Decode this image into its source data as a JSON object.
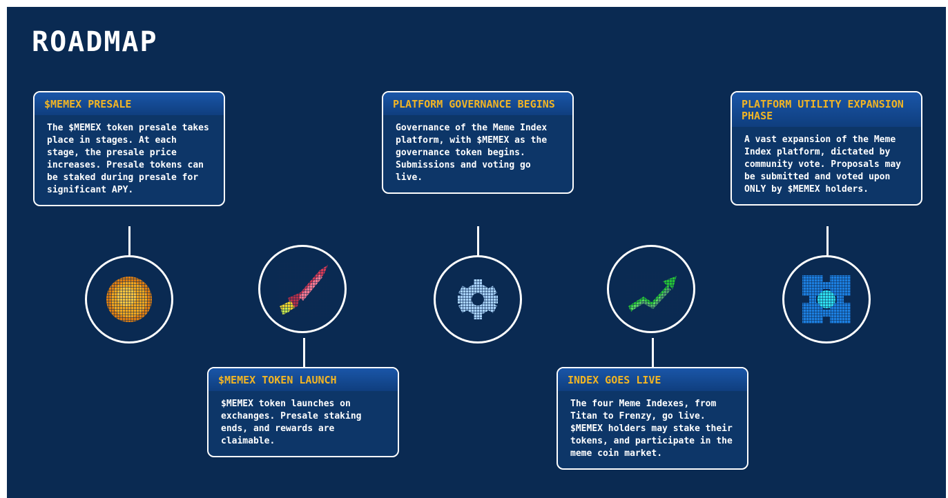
{
  "page": {
    "title": "ROADMAP"
  },
  "milestones": [
    {
      "heading": "$MEMEX PRESALE",
      "body": "The $MEMEX token presale takes place in stages. At each stage, the presale price increases. Presale tokens can be staked during presale for significant APY.",
      "icon": "coin-icon",
      "position": "top"
    },
    {
      "heading": "$MEMEX TOKEN LAUNCH",
      "body": "$MEMEX token launches on exchanges. Presale staking ends, and rewards are claimable.",
      "icon": "rocket-icon",
      "position": "bottom"
    },
    {
      "heading": "PLATFORM GOVERNANCE BEGINS",
      "body": "Governance of the Meme Index platform, with $MEMEX as the governance token begins. Submissions and voting go live.",
      "icon": "gear-icon",
      "position": "top"
    },
    {
      "heading": "INDEX GOES LIVE",
      "body": "The four Meme Indexes, from Titan to Frenzy, go live. $MEMEX holders may stake their tokens, and participate in the meme coin market.",
      "icon": "chart-up-arrow-icon",
      "position": "bottom"
    },
    {
      "heading": "PLATFORM UTILITY EXPANSION PHASE",
      "body": "A vast expansion of the Meme Index platform, dictated by community vote. Proposals may be submitted and voted upon ONLY by $MEMEX holders.",
      "icon": "puzzle-icon",
      "position": "top"
    }
  ],
  "colors": {
    "background": "#0a2a52",
    "card_background": "#0d3668",
    "heading_accent": "#f2b524",
    "border": "#ffffff",
    "coin": "#f5a623",
    "rocket": "#e0455f",
    "gear": "#9cc8f5",
    "arrow": "#2bd13a",
    "puzzle": "#1e88e5"
  }
}
